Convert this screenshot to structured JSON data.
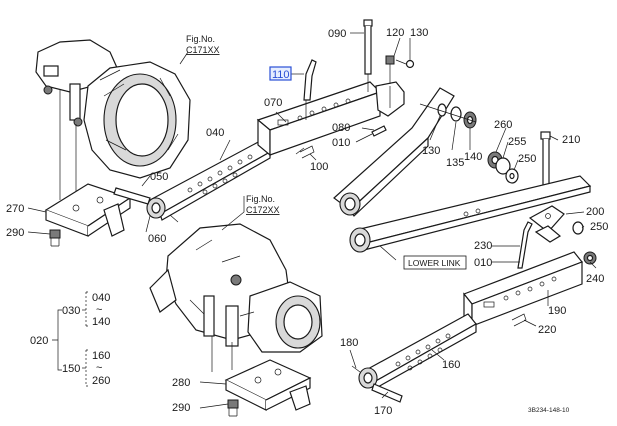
{
  "fig_refs": {
    "upper_prefix": "Fig.No.",
    "upper_number": "C171XX",
    "lower_prefix": "Fig.No.",
    "lower_number": "C172XX"
  },
  "callouts": {
    "p090": "090",
    "p120": "120",
    "p130a": "130",
    "p110": "110",
    "p070": "070",
    "p040": "040",
    "p080": "080",
    "p010a": "010",
    "p100": "100",
    "p050": "050",
    "p270": "270",
    "p290a": "290",
    "p060": "060",
    "p130b": "130",
    "p135": "135",
    "p140": "140",
    "p260": "260",
    "p255": "255",
    "p250": "250",
    "p210": "210",
    "p200": "200",
    "p250b": "250",
    "p230": "230",
    "p010b": "010",
    "p240": "240",
    "p190": "190",
    "p220": "220",
    "p180": "180",
    "p160": "160",
    "p170": "170",
    "p280": "280",
    "p290b": "290",
    "p020": "020",
    "p030": "030",
    "p150": "150",
    "r040": "040",
    "r140": "140",
    "r160": "160",
    "r260": "260",
    "tilde1": "~",
    "tilde2": "~"
  },
  "lower_link_label": "LOWER LINK",
  "drawing_code": "3B234-148-10",
  "highlighted_callout": "110",
  "colors": {
    "highlight": "#2a4fd6",
    "line": "#1a1a1a"
  }
}
